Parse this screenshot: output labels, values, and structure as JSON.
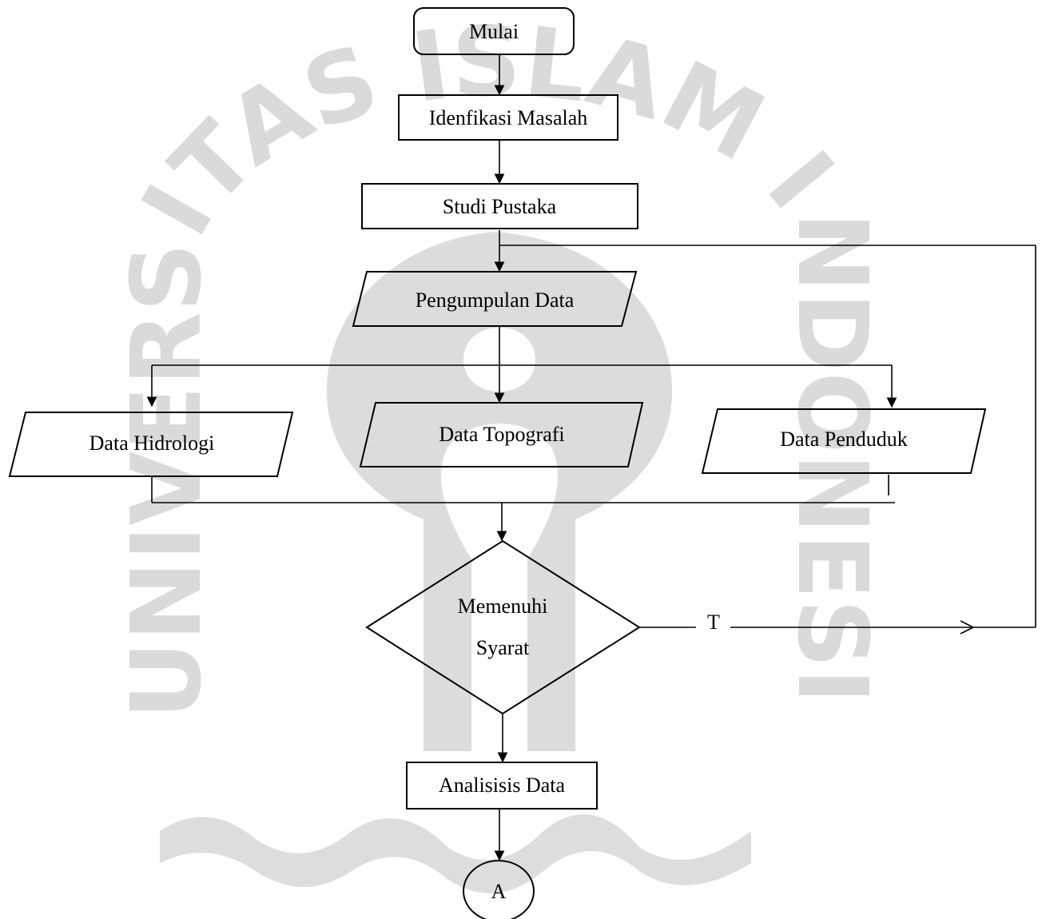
{
  "flowchart": {
    "start": "Mulai",
    "identify": "Idenfikasi Masalah",
    "study": "Studi Pustaka",
    "collect": "Pengumpulan Data",
    "data_hydro": "Data Hidrologi",
    "data_topo": "Data Topografi",
    "data_pop": "Data Penduduk",
    "decision_line1": "Memenuhi",
    "decision_line2": "Syarat",
    "no_label": "T",
    "analysis": "Analisisis Data",
    "connector": "A"
  },
  "watermark": {
    "arc_text": "UNIVERSITAS ISLAM INDONESIA",
    "color": "#d6d6d6"
  }
}
